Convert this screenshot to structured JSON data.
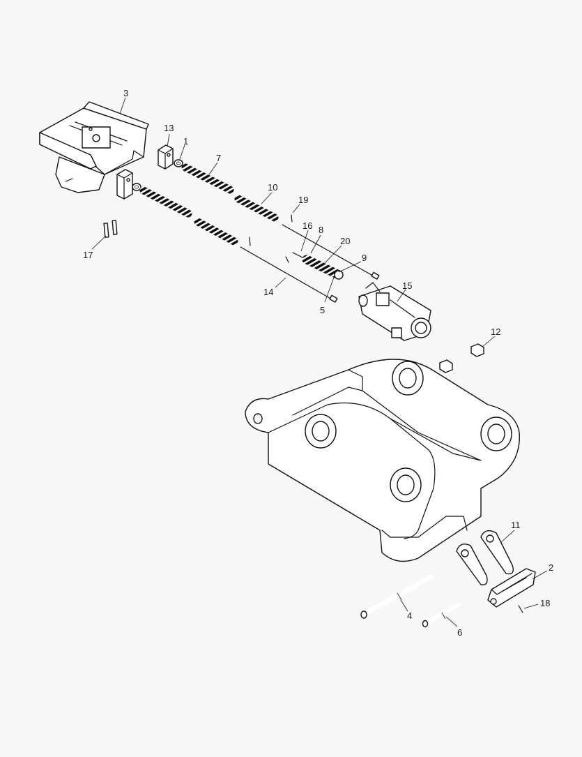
{
  "colors": {
    "background": "#f7f7f7",
    "ink": "#111111"
  },
  "callouts": {
    "c1": "1",
    "c2": "2",
    "c3": "3",
    "c4": "4",
    "c5": "5",
    "c6": "6",
    "c7": "7",
    "c8": "8",
    "c9": "9",
    "c10": "10",
    "c11": "11",
    "c12": "12",
    "c13": "13",
    "c14": "14",
    "c15": "15",
    "c16": "16",
    "c17": "17",
    "c18": "18",
    "c19": "19",
    "c20": "20"
  }
}
